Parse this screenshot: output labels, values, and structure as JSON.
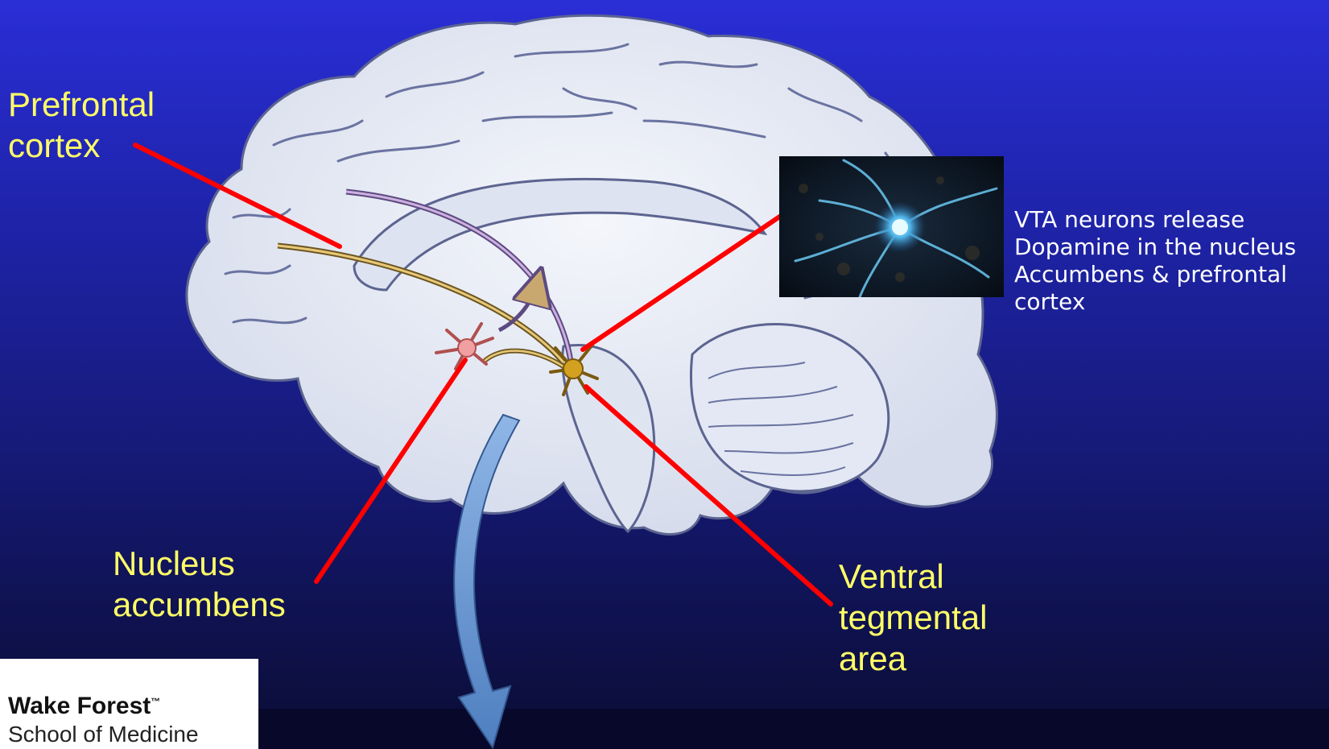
{
  "labels": {
    "prefrontal": "Prefrontal\ncortex",
    "nucleus": "Nucleus\naccumbens",
    "vta": "Ventral\ntegmental\narea"
  },
  "caption": "VTA neurons release Dopamine in the nucleus Accumbens  & prefrontal cortex",
  "logo": {
    "name": "Wake Forest",
    "trademark": "™",
    "subtitle": "School of Medicine"
  },
  "colors": {
    "background_top": "#2a2ed6",
    "background_bottom": "#0b0d35",
    "label_text": "#ffff66",
    "pointer_line": "#ff0000",
    "brain_fill": "#e6eaf4",
    "brain_outline": "#5c6490",
    "vta_neuron": "#d4a020",
    "nucleus_neuron": "#f0a0a0",
    "dopamine_path": "#c9a870",
    "flow_arrow": "#6f9fd6"
  },
  "icons": {
    "neuron_photo": "fluorescent-neuron-micrograph",
    "brain": "brain-sagittal-section-illustration"
  }
}
